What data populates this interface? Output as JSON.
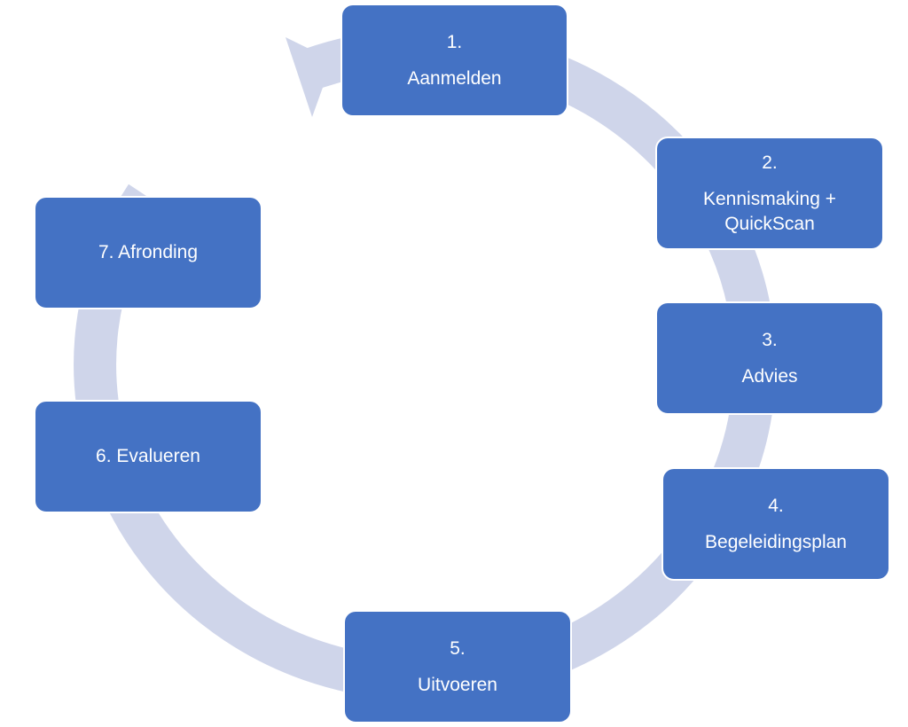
{
  "colors": {
    "box_fill": "#4472c4",
    "box_text": "#ffffff",
    "ring": "#cfd5ea"
  },
  "steps": [
    {
      "number": "1.",
      "label": "Aanmelden"
    },
    {
      "number": "2.",
      "label_line1": "Kennismaking +",
      "label_line2": "QuickScan"
    },
    {
      "number": "3.",
      "label": "Advies"
    },
    {
      "number": "4.",
      "label": "Begeleidingsplan"
    },
    {
      "number": "5.",
      "label": "Uitvoeren"
    },
    {
      "label": "6. Evalueren"
    },
    {
      "label": "7. Afronding"
    }
  ]
}
